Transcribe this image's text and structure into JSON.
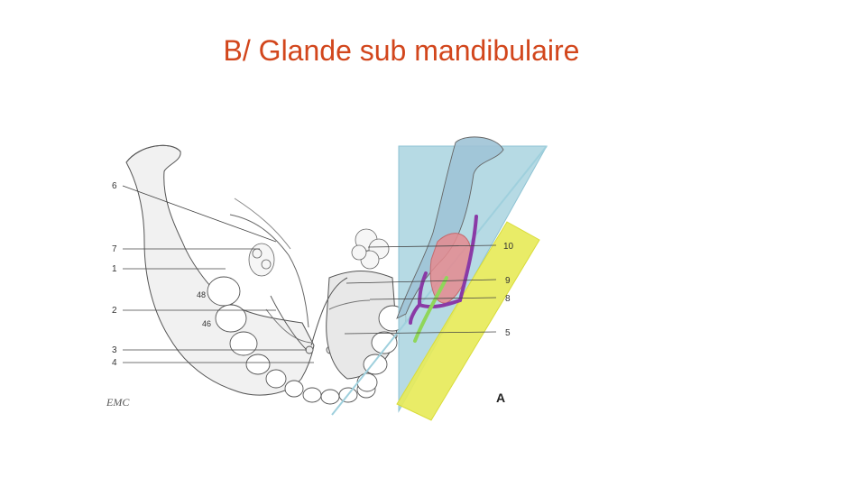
{
  "slide": {
    "title": "B/ Glande sub mandibulaire"
  },
  "figure": {
    "callouts_left": [
      "6",
      "7",
      "1",
      "2",
      "3",
      "4"
    ],
    "callouts_right": [
      "10",
      "9",
      "8",
      "5"
    ],
    "tooth_labels": [
      "48",
      "46"
    ],
    "panel_letter": "A",
    "logo_text": "EMC",
    "colors": {
      "plane_blue": "#a9d3df",
      "plane_yellow": "#e7ea5a",
      "gland_red": "#e58a8f",
      "duct_purple": "#8a3aa6",
      "nerve_green": "#8fd65a",
      "title_color": "#d2461c"
    }
  }
}
